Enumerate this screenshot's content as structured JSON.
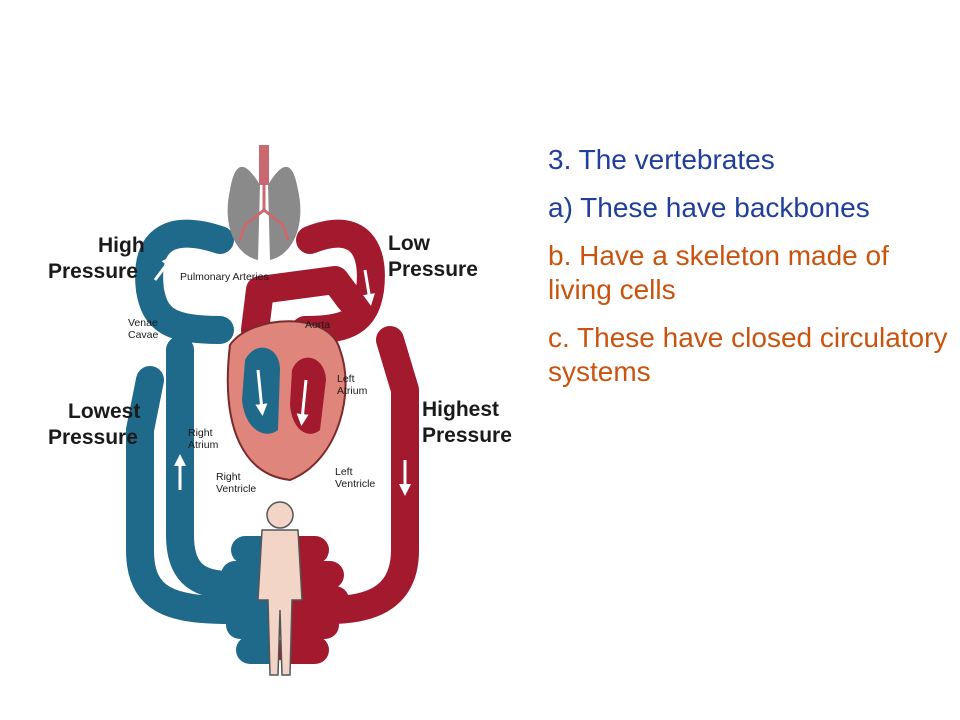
{
  "diagram": {
    "labels": {
      "high_pressure_1": "High",
      "high_pressure_2": "Pressure",
      "low_pressure_1": "Low",
      "low_pressure_2": "Pressure",
      "lowest_pressure_1": "Lowest",
      "lowest_pressure_2": "Pressure",
      "highest_pressure_1": "Highest",
      "highest_pressure_2": "Pressure",
      "pulmonary_arteries": "Pulmonary Arteries",
      "venae_cavae_1": "Venae",
      "venae_cavae_2": "Cavae",
      "aorta": "Aorta",
      "left_atrium_1": "Left",
      "left_atrium_2": "Atrium",
      "right_atrium_1": "Right",
      "right_atrium_2": "Atrium",
      "right_ventricle_1": "Right",
      "right_ventricle_2": "Ventricle",
      "left_ventricle_1": "Left",
      "left_ventricle_2": "Ventricle"
    },
    "colors": {
      "deoxygenated": "#1f6a8a",
      "oxygenated": "#a3192e",
      "heart": "#e0857b",
      "lungs": "#8a8a8a",
      "body": "#f3d5c8"
    }
  },
  "text": {
    "heading": "3. The vertebrates",
    "point_a": "a) These have backbones",
    "point_b": "b. Have a skeleton made of living cells",
    "point_c": "c. These have closed circulatory systems"
  },
  "colors": {
    "blue_text": "#1f3f9a",
    "orange_text": "#c8540f"
  }
}
